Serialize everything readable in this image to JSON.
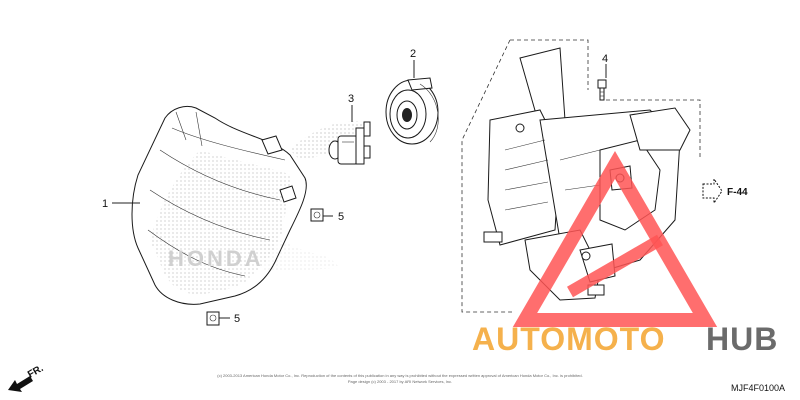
{
  "callouts": {
    "c1": "1",
    "c2": "2",
    "c3": "3",
    "c4": "4",
    "c5a": "5",
    "c5b": "5"
  },
  "reference": "F-44",
  "direction": "FR.",
  "diagram_code": "MJF4F0100A",
  "watermark": {
    "part_a": "AUTOMOTO",
    "part_b": "HUB",
    "color_a": "#f5b14c",
    "color_b": "#6b6b6b",
    "triangle_color": "#ff5555"
  },
  "copyright_lines": [
    "(c) 2003-2013 American Honda Motor Co., Inc. Reproduction of the contents of this publication in any way is prohibited without the expressed written approval of American Honda Motor Co., Inc. is prohibited.",
    "Page design (c) 2003 - 2017 by ARI Network Services, Inc."
  ]
}
